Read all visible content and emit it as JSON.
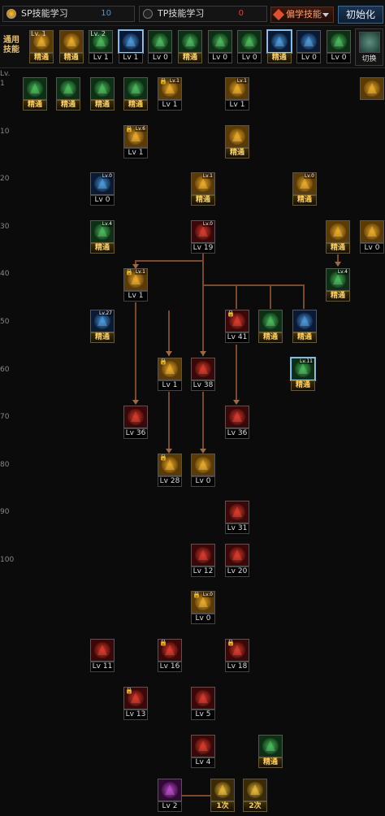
{
  "tabs": [
    {
      "label": "SP技能学习",
      "points": "10",
      "selected": true
    },
    {
      "label": "TP技能学习",
      "points": "0",
      "selected": false
    }
  ],
  "skill_select": {
    "value": "偏学技能"
  },
  "reset_label": "初始化",
  "common_label": "通用技能",
  "switch_label": "切换",
  "axis_header": "Lv.",
  "axis": [
    "1",
    "10",
    "20",
    "30",
    "40",
    "50",
    "60",
    "70",
    "80",
    "90",
    "100"
  ],
  "common_skills": [
    {
      "lv": "精通",
      "lk": "Lv. 1",
      "mark": "1"
    },
    {
      "lv": "精通"
    },
    {
      "lv": "Lv 1",
      "lk": "Lv. 2"
    },
    {
      "lv": "Lv 1"
    },
    {
      "lv": "Lv 0"
    },
    {
      "lv": "精通"
    },
    {
      "lv": "Lv 0"
    },
    {
      "lv": "Lv 0"
    },
    {
      "lv": "精通"
    },
    {
      "lv": "Lv 0"
    },
    {
      "lv": "Lv 0"
    }
  ],
  "skills": [
    {
      "lv": "精通",
      "lk": "",
      "rk": "",
      "icon": "green-tree"
    },
    {
      "lv": "精通",
      "icon": "green-eye"
    },
    {
      "lv": "精通",
      "icon": "green-leaf"
    },
    {
      "lv": "精通",
      "icon": "green-cross"
    },
    {
      "lv": "Lv 1",
      "lk": "🔒",
      "rk": "Lv.1",
      "icon": "gold-wave"
    },
    {
      "lv": "Lv 1",
      "lk": "",
      "rk": "Lv.1",
      "icon": "gold-swirl"
    },
    {
      "lv": "",
      "icon": "gold-corner"
    },
    {
      "lv": "Lv 1",
      "lk": "🔒",
      "rk": "Lv.6",
      "icon": "gold-sword"
    },
    {
      "lv": "精通",
      "icon": "gold-sun"
    },
    {
      "lv": "Lv 0",
      "lk": "",
      "rk": "Lv.0",
      "icon": "blue-fire"
    },
    {
      "lv": "精通",
      "rk": "Lv.1",
      "icon": "gold-figure"
    },
    {
      "lv": "精通",
      "rk": "Lv.0",
      "icon": "gold-fish"
    },
    {
      "lv": "精通",
      "rk": "Lv.4",
      "icon": "green-swirl"
    },
    {
      "lv": "Lv 19",
      "rk": "Lv.0",
      "icon": "red-gem"
    },
    {
      "lv": "精通",
      "icon": "gold-ring"
    },
    {
      "lv": "Lv 0",
      "icon": "gold-flame"
    },
    {
      "lv": "Lv 1",
      "lk": "🔒",
      "rk": "Lv.1",
      "icon": "gold-blade"
    },
    {
      "lv": "精通",
      "rk": "Lv.4",
      "icon": "green-man"
    },
    {
      "lv": "精通",
      "rk": "Lv.27",
      "icon": "blue-star"
    },
    {
      "lv": "Lv 41",
      "lk": "🔒",
      "icon": "red-fire"
    },
    {
      "lv": "精通",
      "icon": "green-hand"
    },
    {
      "lv": "精通",
      "icon": "blue-spark"
    },
    {
      "lv": "Lv 1",
      "lk": "🔒",
      "icon": "gold-arrow"
    },
    {
      "lv": "Lv 38",
      "icon": "red-lance"
    },
    {
      "lv": "精通",
      "rk": "Lv.11",
      "icon": "green-web"
    },
    {
      "lv": "Lv 36",
      "icon": "red-flower"
    },
    {
      "lv": "Lv 36",
      "icon": "red-ring"
    },
    {
      "lv": "Lv 28",
      "lk": "🔒",
      "icon": "gold-star"
    },
    {
      "lv": "Lv 0",
      "icon": "gold-moon"
    },
    {
      "lv": "Lv 31",
      "icon": "red-burst"
    },
    {
      "lv": "Lv 12",
      "icon": "red-sun"
    },
    {
      "lv": "Lv 20",
      "icon": "red-cross"
    },
    {
      "lv": "Lv 0",
      "lk": "🔒",
      "rk": "Lv.0",
      "icon": "gold-disc"
    },
    {
      "lv": "Lv 11",
      "icon": "red-eye"
    },
    {
      "lv": "Lv 16",
      "lk": "🔒",
      "icon": "red-circle"
    },
    {
      "lv": "Lv 18",
      "lk": "🔒",
      "icon": "red-crown"
    },
    {
      "lv": "Lv 13",
      "lk": "🔒",
      "icon": "red-orb"
    },
    {
      "lv": "Lv 5",
      "icon": "red-rays"
    },
    {
      "lv": "Lv 4",
      "icon": "red-bloom"
    },
    {
      "lv": "精通",
      "icon": "green-wave"
    },
    {
      "lv": "Lv 2",
      "icon": "purple-orb"
    },
    {
      "lv": "1次",
      "icon": "awaken-1"
    },
    {
      "lv": "2次",
      "icon": "awaken-2"
    }
  ],
  "colors": {
    "gold": "#f0a020",
    "green": "#40b060",
    "red": "#c02828",
    "blue": "#3070c0"
  }
}
